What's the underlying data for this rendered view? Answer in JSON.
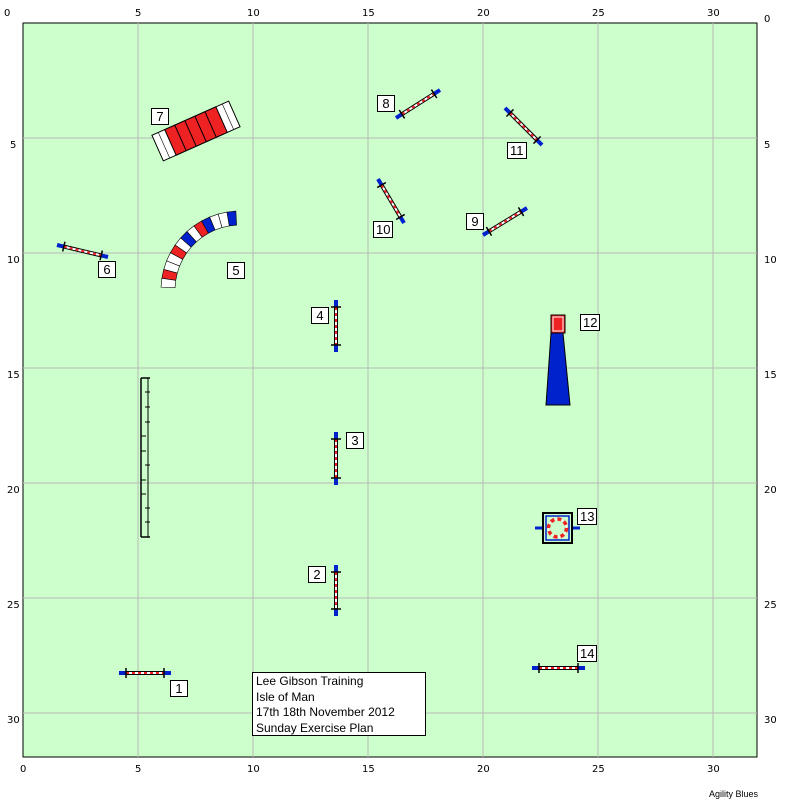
{
  "colors": {
    "field": "#ccffcc",
    "grid": "#b8b8b8",
    "blue": "#0022cc",
    "red": "#ee2222"
  },
  "axis": {
    "top_ticks": [
      "0",
      "5",
      "10",
      "15",
      "20",
      "25",
      "30"
    ],
    "left_ticks": [
      "0",
      "5",
      "10",
      "15",
      "20",
      "25",
      "30"
    ],
    "right_ticks": [
      "0",
      "5",
      "10",
      "15",
      "20",
      "25",
      "30"
    ],
    "bottom_ticks": [
      "0",
      "5",
      "10",
      "15",
      "20",
      "25",
      "30"
    ]
  },
  "obstacles": [
    {
      "number": "1",
      "type": "jump"
    },
    {
      "number": "2",
      "type": "jump"
    },
    {
      "number": "3",
      "type": "jump"
    },
    {
      "number": "4",
      "type": "jump"
    },
    {
      "number": "5",
      "type": "tunnel"
    },
    {
      "number": "6",
      "type": "jump"
    },
    {
      "number": "7",
      "type": "tunnel"
    },
    {
      "number": "8",
      "type": "jump"
    },
    {
      "number": "9",
      "type": "jump"
    },
    {
      "number": "10",
      "type": "jump"
    },
    {
      "number": "11",
      "type": "jump"
    },
    {
      "number": "12",
      "type": "collapsed-tunnel"
    },
    {
      "number": "13",
      "type": "tyre"
    },
    {
      "number": "14",
      "type": "jump"
    }
  ],
  "info": {
    "line1": "Lee Gibson Training",
    "line2": "Isle of Man",
    "line3": "17th 18th November 2012",
    "line4": "Sunday Exercise Plan"
  },
  "footer": "Agility Blues"
}
